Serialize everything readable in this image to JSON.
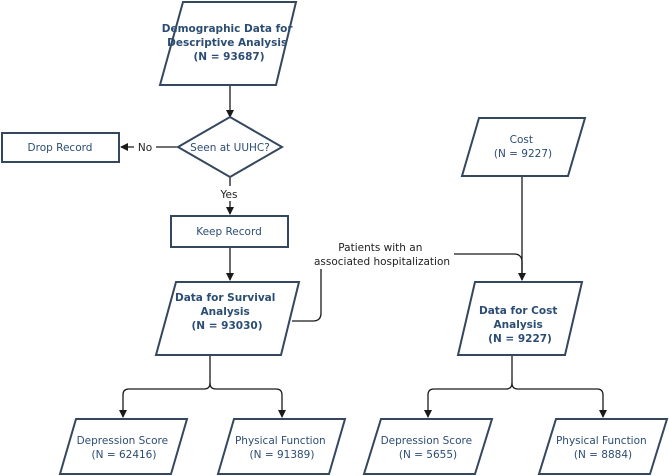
{
  "nodes": {
    "demographic": {
      "lines": [
        "Demographic Data for",
        "Descriptive Analysis",
        "(N = 93687)"
      ]
    },
    "seen": {
      "label": "Seen at UUHC?"
    },
    "drop": {
      "label": "Drop Record"
    },
    "keep": {
      "label": "Keep Record"
    },
    "survival": {
      "lines": [
        "Data for Survival",
        "Analysis",
        "(N = 93030)"
      ]
    },
    "cost": {
      "lines": [
        "Cost",
        "(N = 9227)"
      ]
    },
    "cost_analysis": {
      "lines": [
        "Data for Cost",
        "Analysis",
        "(N = 9227)"
      ]
    },
    "dep_survival": {
      "lines": [
        "Depression Score",
        "(N = 62416)"
      ]
    },
    "phys_survival": {
      "lines": [
        "Physical Function",
        "(N = 91389)"
      ]
    },
    "dep_cost": {
      "lines": [
        "Depression Score",
        "(N = 5655)"
      ]
    },
    "phys_cost": {
      "lines": [
        "Physical Function",
        "(N = 8884)"
      ]
    }
  },
  "edge_labels": {
    "no": "No",
    "yes": "Yes",
    "hospitalization": [
      "Patients with an",
      "associated hospitalization"
    ]
  }
}
